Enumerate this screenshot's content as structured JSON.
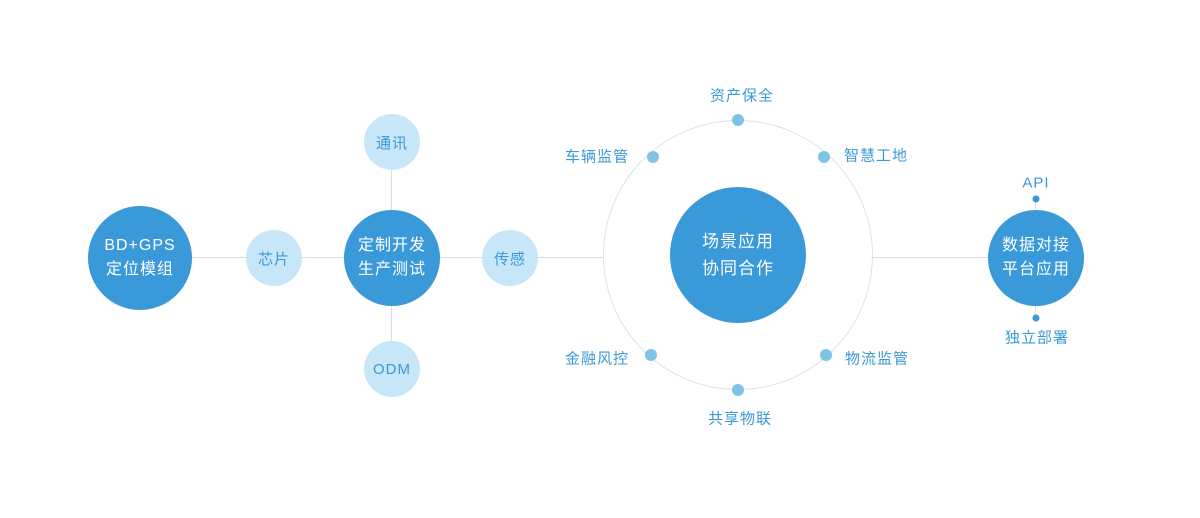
{
  "nodes": {
    "bdgps": {
      "line1": "BD+GPS",
      "line2": "定位模组"
    },
    "chip": {
      "label": "芯片"
    },
    "dev": {
      "line1": "定制开发",
      "line2": "生产测试"
    },
    "comm": {
      "label": "通讯"
    },
    "odm": {
      "label": "ODM"
    },
    "sensor": {
      "label": "传感"
    },
    "center": {
      "line1": "场景应用",
      "line2": "协同合作"
    },
    "platform": {
      "line1": "数据对接",
      "line2": "平台应用"
    },
    "api": {
      "label": "API"
    },
    "deploy": {
      "label": "独立部署"
    }
  },
  "ring": {
    "nodes": [
      {
        "label": "资产保全"
      },
      {
        "label": "车辆监管"
      },
      {
        "label": "智慧工地"
      },
      {
        "label": "金融风控"
      },
      {
        "label": "物流监管"
      },
      {
        "label": "共享物联"
      }
    ]
  },
  "colors": {
    "primary": "#3a99d8",
    "light_fill": "#c7e6f7",
    "ring_dot": "#7fc3e9",
    "connector_line": "#d9dee3"
  }
}
